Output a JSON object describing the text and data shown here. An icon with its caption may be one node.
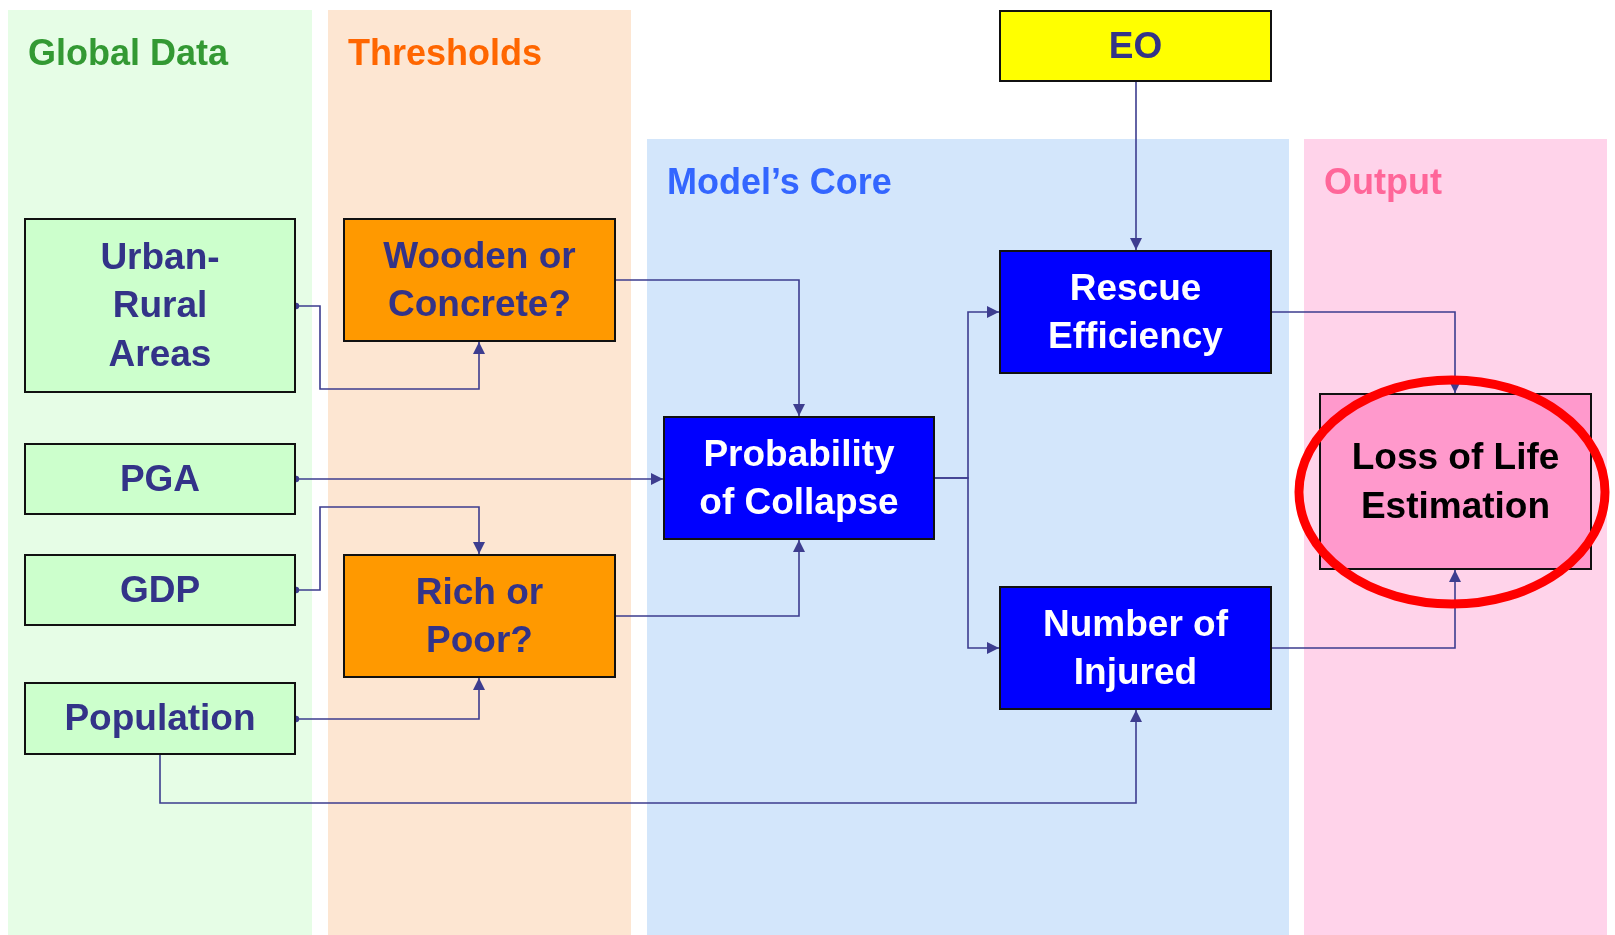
{
  "diagram": {
    "nodes": [
      {
        "text": [
          "Global Data"
        ]
      },
      {
        "text": [
          "Thresholds"
        ]
      },
      {
        "text": [
          "Model’s Core"
        ]
      },
      {
        "text": [
          "Output"
        ]
      },
      {
        "text": [
          "EO"
        ]
      },
      {
        "text": [
          "Urban-Rural Areas"
        ],
        "in": 0
      },
      {
        "text": [
          "PGA"
        ],
        "in": 0
      },
      {
        "text": [
          "GDP"
        ],
        "in": 0
      },
      {
        "text": [
          "Population"
        ],
        "in": 0
      },
      {
        "text": [
          "Wooden or Concrete?"
        ],
        "in": 1
      },
      {
        "text": [
          "Rich or Poor?"
        ],
        "in": 1
      },
      {
        "text": [
          "Probability of Collapse"
        ],
        "in": 2
      },
      {
        "text": [
          "Rescue Efficiency"
        ],
        "in": 2
      },
      {
        "text": [
          "Number of Injured"
        ],
        "in": 2
      },
      {
        "text": [
          "Loss of Life Estimation"
        ],
        "in": 3
      }
    ],
    "edges": [
      {
        "from": 5,
        "to": 9,
        "arrow": "to"
      },
      {
        "from": 9,
        "to": 11,
        "arrow": "to"
      },
      {
        "from": 6,
        "to": 11,
        "arrow": "to"
      },
      {
        "from": 7,
        "to": 10,
        "arrow": "to"
      },
      {
        "from": 8,
        "to": 10,
        "arrow": "to"
      },
      {
        "from": 10,
        "to": 11,
        "arrow": "to"
      },
      {
        "from": 8,
        "to": 13,
        "arrow": "to"
      },
      {
        "from": 4,
        "to": 12,
        "arrow": "to"
      },
      {
        "from": 11,
        "to": 12,
        "arrow": "to"
      },
      {
        "from": 11,
        "to": 13,
        "arrow": "to"
      },
      {
        "from": 12,
        "to": 14,
        "arrow": "to"
      },
      {
        "from": 13,
        "to": 14,
        "arrow": "to"
      }
    ]
  }
}
